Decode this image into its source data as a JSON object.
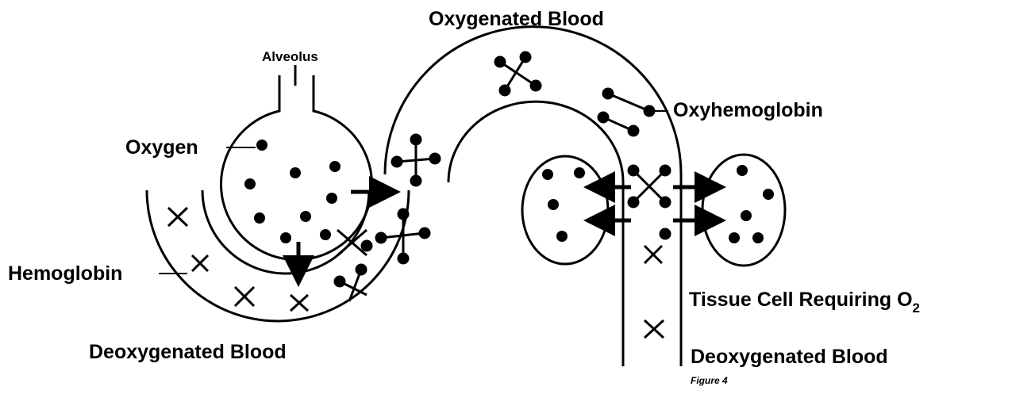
{
  "labels": {
    "top": "Oxygenated Blood",
    "alveolus": "Alveolus",
    "oxygen": "Oxygen",
    "oxyhemoglobin": "Oxyhemoglobin",
    "hemoglobin": "Hemoglobin",
    "tissue_cell": "Tissue Cell Requiring O",
    "tissue_cell_sub": "2",
    "deoxy_left": "Deoxygenated Blood",
    "deoxy_right": "Deoxygenated Blood",
    "figure_mark": "Figure 4"
  },
  "colors": {
    "ink": "#000000",
    "paper": "#ffffff"
  }
}
